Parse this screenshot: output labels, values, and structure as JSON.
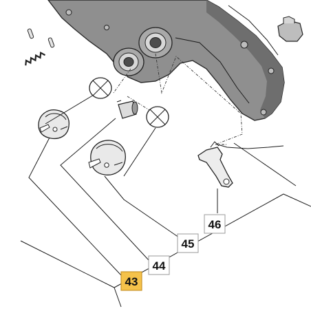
{
  "callouts": [
    {
      "id": "43",
      "label": "43",
      "highlighted": true
    },
    {
      "id": "44",
      "label": "44",
      "highlighted": false
    },
    {
      "id": "45",
      "label": "45",
      "highlighted": false
    },
    {
      "id": "46",
      "label": "46",
      "highlighted": false
    }
  ],
  "colors": {
    "highlight_fill": "#f5c24a",
    "highlight_border": "#c9932a",
    "box_border": "#9a9a9a",
    "housing_fill": "#8f8f8f",
    "housing_shade": "#6e6e6e",
    "line": "#1a1a1a"
  }
}
